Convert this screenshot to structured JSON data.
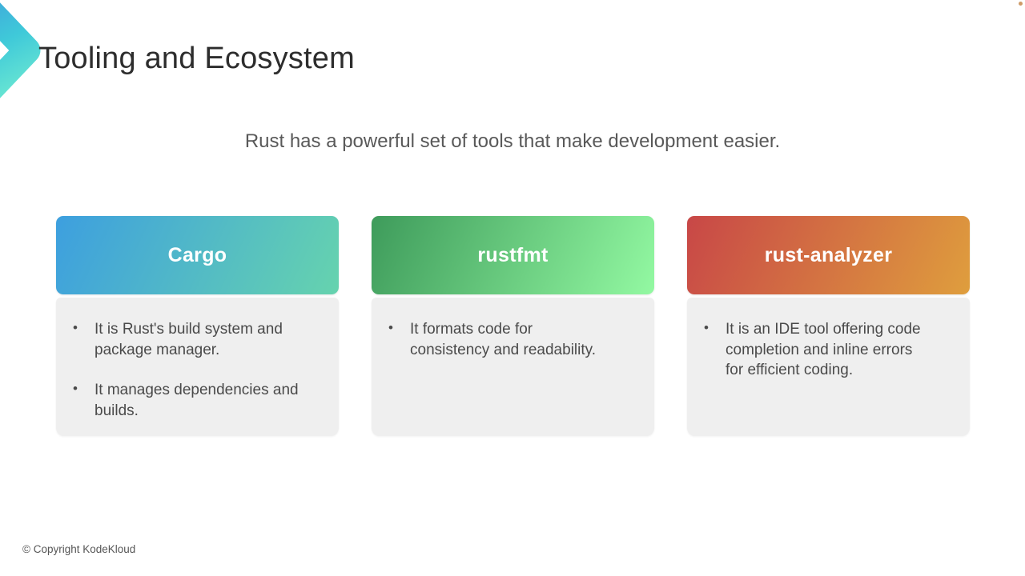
{
  "slide": {
    "title": "Tooling and Ecosystem",
    "subtitle": "Rust has a powerful set of tools that make development easier.",
    "footer": "© Copyright KodeKloud"
  },
  "ui": {
    "bullet_char": "•",
    "logo": "kodekloud-chevron-icon",
    "corner_dot_color": "#C68A4D",
    "logo_gradient": [
      "#3FA9DB",
      "#3FC9D9",
      "#64E3D3"
    ],
    "card_body_background": "#EFEFEF"
  },
  "cards": [
    {
      "title": "Cargo",
      "gradient_from": "#3D9FDF",
      "gradient_to": "#66D3AE",
      "bullets": [
        "It is Rust's build system and\npackage manager.",
        "It manages dependencies and\nbuilds."
      ]
    },
    {
      "title": "rustfmt",
      "gradient_from": "#3E9B5B",
      "gradient_to": "#93F9A2",
      "bullets": [
        "It formats code for\nconsistency and readability."
      ]
    },
    {
      "title": "rust-analyzer",
      "gradient_from": "#C84747",
      "gradient_to": "#DF9E3D",
      "bullets": [
        "It is an IDE tool offering code\ncompletion and inline errors\nfor efficient coding."
      ]
    }
  ]
}
